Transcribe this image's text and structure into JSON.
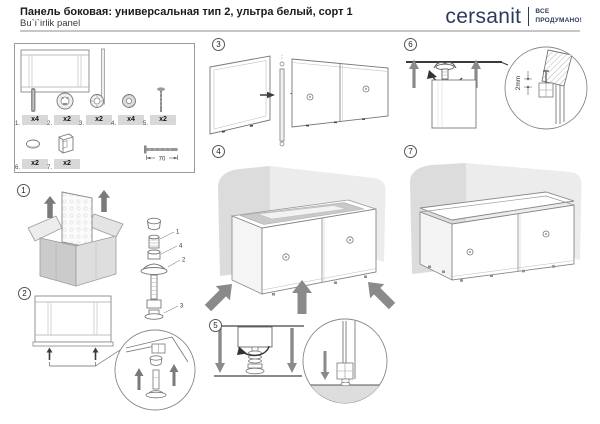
{
  "header": {
    "title": "Панель боковая: универсальная тип 2, ультра белый, сорт 1",
    "subtitle": "Bu`i`irlik panel",
    "brand": "cersanit",
    "tagline_line1": "ВСЕ",
    "tagline_line2": "ПРОДУМАНО!"
  },
  "colors": {
    "brand_navy": "#2e3a5c",
    "divider_gray": "#c6c6c6",
    "line_gray": "#777777",
    "arrow_gray": "#8a8a8a",
    "gray_fill": "#d9d9d9"
  },
  "steps": [
    {
      "num": "1"
    },
    {
      "num": "2"
    },
    {
      "num": "3"
    },
    {
      "num": "4"
    },
    {
      "num": "5"
    },
    {
      "num": "6"
    },
    {
      "num": "7"
    }
  ],
  "parts": {
    "items": [
      {
        "ref": "1.",
        "qty": "x4",
        "icon": "threaded-rod-icon"
      },
      {
        "ref": "2.",
        "qty": "x2",
        "icon": "foot-base-top-icon"
      },
      {
        "ref": "3.",
        "qty": "x2",
        "icon": "locknut-top-icon"
      },
      {
        "ref": "4.",
        "qty": "x4",
        "icon": "washer-nut-top-icon"
      },
      {
        "ref": "5.",
        "qty": "x2",
        "icon": "long-screw-icon"
      },
      {
        "ref": "6.",
        "qty": "x2",
        "icon": "oval-cap-icon"
      },
      {
        "ref": "7.",
        "qty": "x2",
        "icon": "mounting-bracket-icon"
      }
    ],
    "screw_length_label": "70"
  },
  "exploded_foot": {
    "labels": [
      "1",
      "4",
      "2",
      "3"
    ]
  },
  "step6_detail": {
    "gap_label": "2mm"
  }
}
